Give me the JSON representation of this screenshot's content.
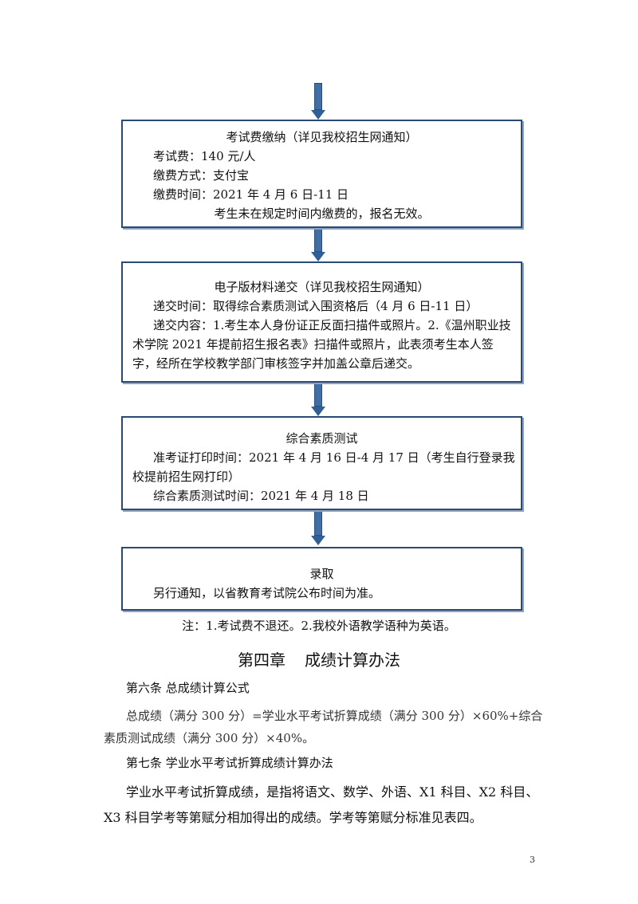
{
  "box1": {
    "title": "考试费缴纳（详见我校招生网通知）",
    "lines": [
      "考试费：140 元/人",
      "缴费方式：支付宝",
      "缴费时间：2021 年 4 月 6 日-11 日"
    ],
    "warning": "考生未在规定时间内缴费的，报名无效。"
  },
  "box2": {
    "title": "电子版材料递交（详见我校招生网通知）",
    "time": "递交时间：取得综合素质测试入围资格后（4 月 6 日-11 日）",
    "content": "递交内容：1.考生本人身份证正反面扫描件或照片。2.《温州职业技术学院 2021 年提前招生报名表》扫描件或照片，此表须考生本人签字，经所在学校教学部门审核签字并加盖公章后递交。"
  },
  "box3": {
    "title": "综合素质测试",
    "admission": "准考证打印时间：2021 年 4 月 16 日-4 月 17 日（考生自行登录我校提前招生网打印）",
    "test_time": "综合素质测试时间：2021 年 4 月 18 日"
  },
  "box4": {
    "title": "录取",
    "line": "另行通知，以省教育考试院公布时间为准。"
  },
  "note": "注：1.考试费不退还。2.我校外语教学语种为英语。",
  "chapter": {
    "num": "第四章",
    "name": "成绩计算办法"
  },
  "article6": {
    "heading": "第六条  总成绩计算公式",
    "formula": "总成绩（满分 300 分）=学业水平考试折算成绩（满分 300 分）×60%+综合素质测试成绩（满分 300 分）×40%。"
  },
  "article7": {
    "heading": "第七条  学业水平考试折算成绩计算办法",
    "text": "学业水平考试折算成绩，是指将语文、数学、外语、X1 科目、X2 科目、X3 科目学考等第赋分相加得出的成绩。学考等第赋分标准见表四。"
  },
  "page_number": "3"
}
